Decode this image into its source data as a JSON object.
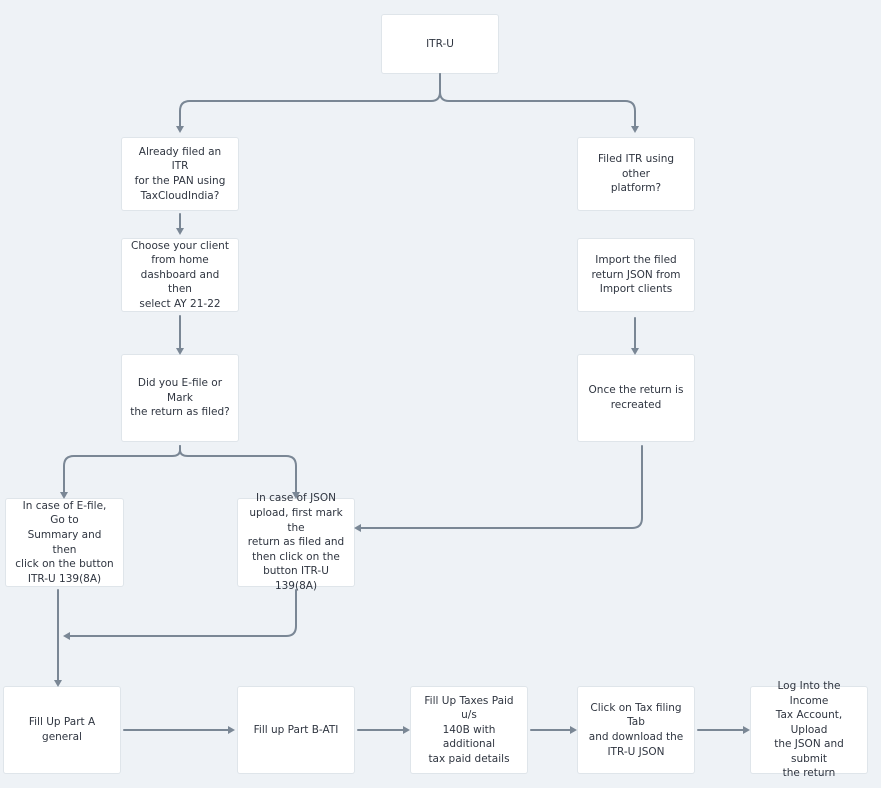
{
  "nodes": {
    "itr_u": "ITR-U",
    "already_filed": "Already filed an ITR\nfor the PAN using\nTaxCloudIndia?",
    "other_platform": "Filed ITR using other\nplatform?",
    "choose_client": "Choose your client\nfrom home\ndashboard and then\nselect AY 21-22",
    "import_json": "Import the filed\nreturn JSON from\nImport clients",
    "efile_or_mark": "Did you E-file or Mark\nthe return as filed?",
    "return_recreated": "Once the return is\nrecreated",
    "efile_case": "In case of E-file, Go to\nSummary and then\nclick on the button\nITR-U 139(8A)",
    "json_case": "In case of JSON\nupload, first mark the\nreturn as filed and\nthen click on the\nbutton ITR-U 139(8A)",
    "part_a": "Fill Up Part A general",
    "part_b": "Fill up Part B-ATI",
    "taxes_paid": "Fill Up Taxes Paid u/s\n140B with additional\ntax paid details",
    "tax_filing_tab": "Click on Tax filing Tab\nand download the\nITR-U JSON",
    "login_upload": "Log Into the Income\nTax Account, Upload\nthe JSON and submit\nthe return"
  },
  "colors": {
    "background": "#eef2f6",
    "node_fill": "#ffffff",
    "connector": "#7a8795",
    "text": "#2f3540"
  }
}
